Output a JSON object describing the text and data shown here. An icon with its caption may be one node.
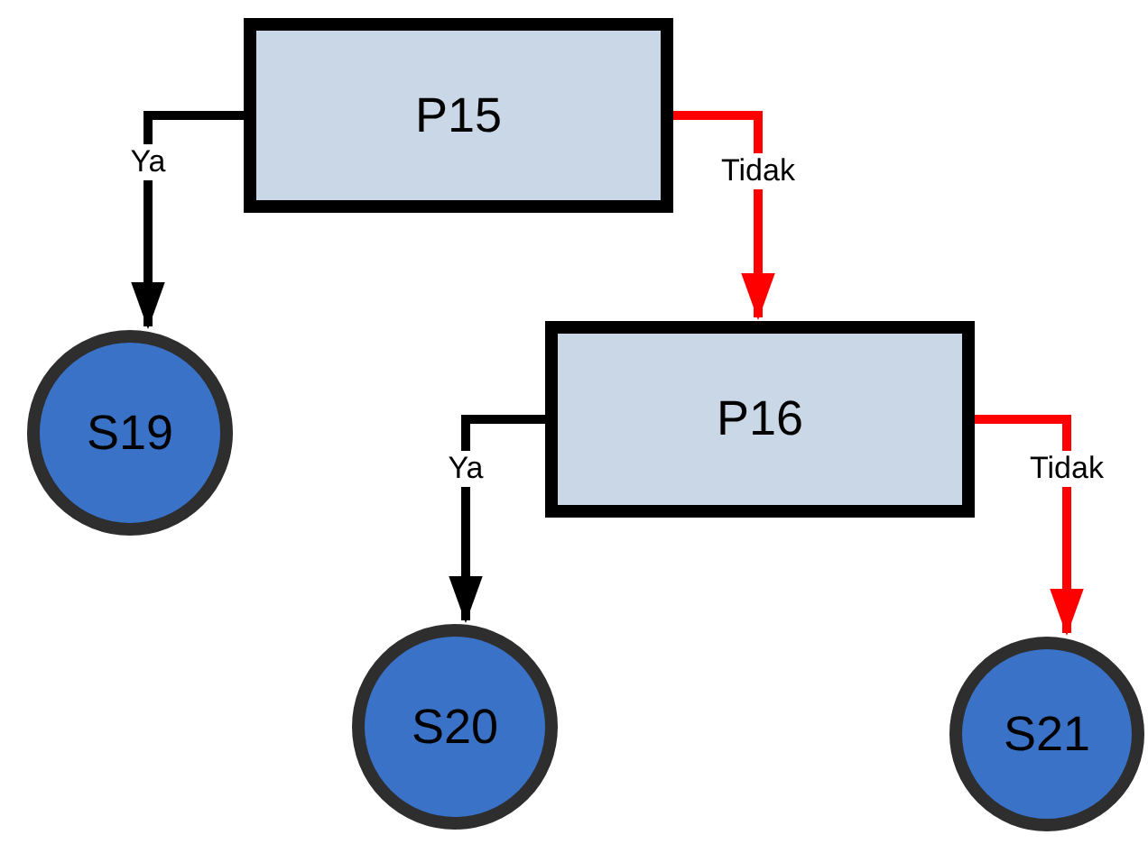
{
  "diagram": {
    "nodes": [
      {
        "text": [
          "P15"
        ]
      },
      {
        "text": [
          "S19"
        ]
      },
      {
        "text": [
          "P16"
        ]
      },
      {
        "text": [
          "S20"
        ]
      },
      {
        "text": [
          "S21"
        ]
      }
    ],
    "edges": [
      {
        "from": 0,
        "to": 1,
        "arrow": "to",
        "label": "Ya"
      },
      {
        "from": 0,
        "to": 2,
        "arrow": "to",
        "label": "Tidak",
        "color": "#ff0000"
      },
      {
        "from": 2,
        "to": 3,
        "arrow": "to",
        "label": "Ya"
      },
      {
        "from": 2,
        "to": 4,
        "arrow": "to",
        "label": "Tidak",
        "color": "#ff0000"
      }
    ]
  }
}
